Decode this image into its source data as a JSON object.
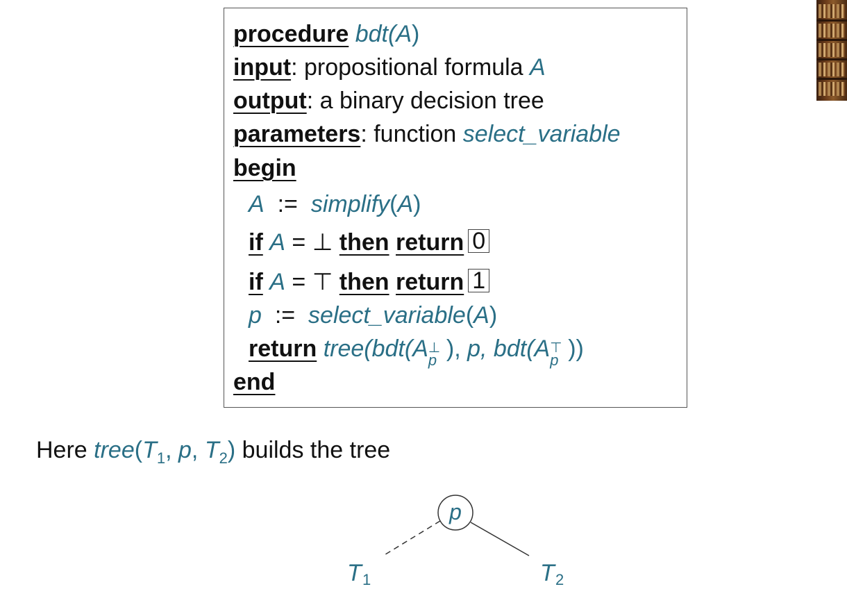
{
  "algorithm": {
    "line1": {
      "kw": "procedure",
      "name": "bdt(",
      "arg": "A",
      "close": ")"
    },
    "line2": {
      "kw": "input",
      "text": ": propositional formula ",
      "var": "A"
    },
    "line3": {
      "kw": "output",
      "text": ": a binary decision tree"
    },
    "line4": {
      "kw": "parameters",
      "text": ": function ",
      "fn": "select_variable"
    },
    "line5": {
      "kw": "begin"
    },
    "line6": {
      "var": "A",
      "assign": ":=",
      "fn": "simplify",
      "open": "(",
      "arg": "A",
      "close": ")"
    },
    "line7": {
      "kw_if": "if",
      "var": "A",
      "eq": "=",
      "const": "⊥",
      "kw_then": "then",
      "kw_return": "return",
      "boxed": "0"
    },
    "line8": {
      "kw_if": "if",
      "var": "A",
      "eq": "=",
      "const": "⊤",
      "kw_then": "then",
      "kw_return": "return",
      "boxed": "1"
    },
    "line9": {
      "var": "p",
      "assign": ":=",
      "fn": "select_variable",
      "open": "(",
      "arg": "A",
      "close": ")"
    },
    "line10": {
      "kw_return": "return",
      "fn": "tree",
      "p1": "(bdt(",
      "a1": "A",
      "sup1": "⊥",
      "sub1": "p",
      "p2": "), ",
      "mid": "p",
      "p3": ", bdt(",
      "a2": "A",
      "sup2": "⊤",
      "sub2": "p",
      "p4": "))"
    },
    "line11": {
      "kw": "end"
    }
  },
  "caption": {
    "prefix": "Here ",
    "fn": "tree",
    "open": "(",
    "t1": "T",
    "t1sub": "1",
    "comma1": ", ",
    "p": "p",
    "comma2": ", ",
    "t2": "T",
    "t2sub": "2",
    "close": ")",
    "suffix": " builds the tree"
  },
  "tree": {
    "root": "p",
    "left_label": "T",
    "left_sub": "1",
    "right_label": "T",
    "right_sub": "2",
    "colors": {
      "label": "#2a6f86",
      "edge": "#333333"
    }
  }
}
